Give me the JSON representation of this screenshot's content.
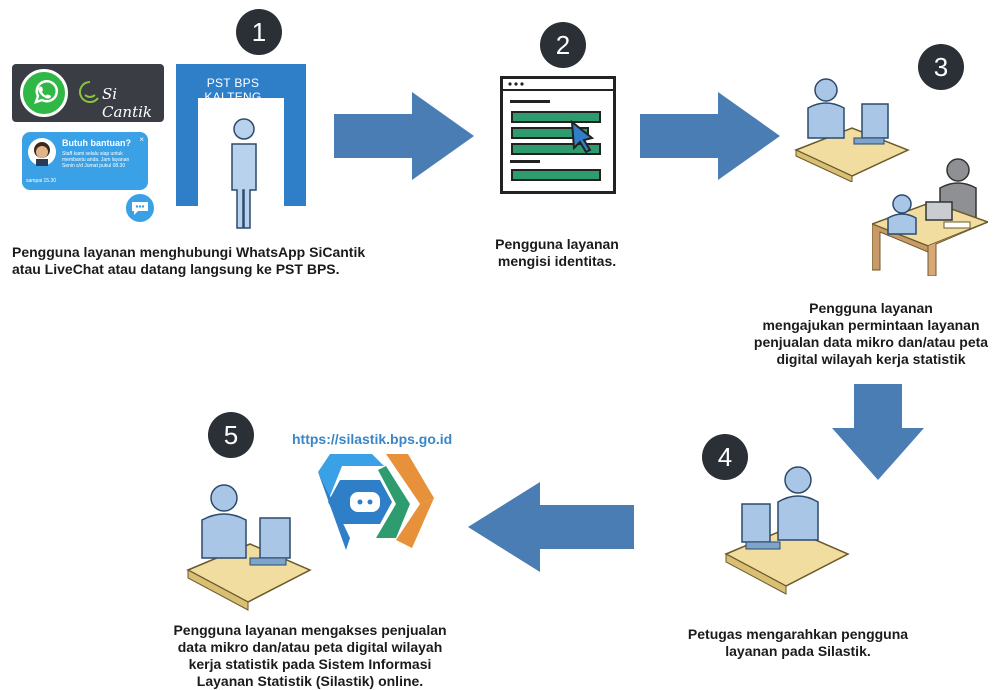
{
  "steps": {
    "s1": {
      "number": "1",
      "caption": "Pengguna layanan menghubungi WhatsApp SiCantik\natau LiveChat atau datang langsung ke PST BPS."
    },
    "s2": {
      "number": "2",
      "caption": "Pengguna layanan\nmengisi identitas."
    },
    "s3": {
      "number": "3",
      "caption": "Pengguna layanan\nmengajukan permintaan layanan\npenjualan data mikro dan/atau peta\ndigital wilayah kerja statistik"
    },
    "s4": {
      "number": "4",
      "caption": "Petugas mengarahkan pengguna\nlayanan pada Silastik."
    },
    "s5": {
      "number": "5",
      "caption": "Pengguna layanan mengakses penjualan\ndata mikro dan/atau peta digital wilayah\nkerja statistik pada Sistem Informasi\nLayanan Statistik (Silastik) online."
    }
  },
  "contact": {
    "brand": "Si Cantik",
    "pst_sign": "PST BPS KALTENG",
    "chat_title": "Butuh bantuan?",
    "chat_body": "Staff kami selalu siap untuk\nmembantu anda. Jam layanan\nSenin s/d Jumat pukul 08.30",
    "chat_footer": "sampai 15.30",
    "chat_close": "×"
  },
  "silastik": {
    "url": "https://silastik.bps.go.id"
  },
  "colors": {
    "arrow": "#4a7db3",
    "badge": "#2b2f36",
    "form_bar": "#2e9c6e",
    "person": "#a9c6e6",
    "desk": "#f1dd9f"
  },
  "icons": [
    "whatsapp-icon",
    "sicantik-logo",
    "livechat-widget",
    "door-frame-icon",
    "person-standing-icon",
    "form-window-icon",
    "cursor-icon",
    "person-computer-icon",
    "office-meeting-icon",
    "silastik-logo"
  ]
}
